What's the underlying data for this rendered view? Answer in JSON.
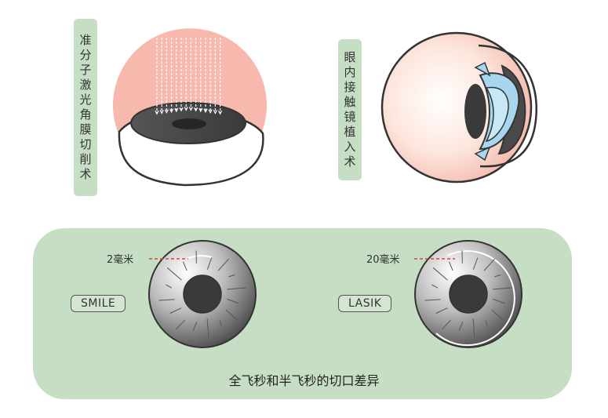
{
  "top": {
    "left_label": "准分子激光角膜切削术",
    "right_label": "眼内接触镜植入术"
  },
  "panel": {
    "left_tag": "SMILE",
    "left_measure": "2毫米",
    "right_tag": "LASIK",
    "right_measure": "20毫米",
    "caption": "全飞秒和半飞秒的切口差异"
  },
  "colors": {
    "panel_bg": "#c6dfc4",
    "laser_pink": "#f7b8ae",
    "dashed_red": "#e0413a",
    "lens_blue": "#a9d6ef"
  }
}
